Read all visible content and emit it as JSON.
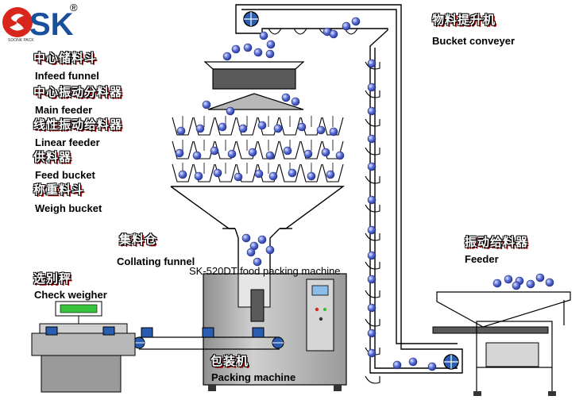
{
  "brand": {
    "logo_letters": "SK",
    "registered": "®",
    "tagline": "SOONK PACK",
    "colors": {
      "red": "#d9261c",
      "blue": "#1a4f9c"
    }
  },
  "machine_title": "SK-520DT food packing machine",
  "labels": {
    "infeed_funnel": {
      "cn": "中心储料斗",
      "en": "Infeed funnel"
    },
    "main_feeder": {
      "cn": "中心振动分料器",
      "en": "Main feeder"
    },
    "linear_feeder": {
      "cn": "线性振动给料器",
      "en": "Linear feeder"
    },
    "feed_bucket": {
      "cn": "供料器",
      "en": "Feed bucket"
    },
    "weigh_bucket": {
      "cn": "称重料斗",
      "en": "Weigh bucket"
    },
    "collating_funnel": {
      "cn": "集料仓",
      "en": "Collating funnel"
    },
    "check_weigher": {
      "cn": "选别秤",
      "en": "Check weigher"
    },
    "packing_machine": {
      "cn": "包装机",
      "en": "Packing machine"
    },
    "bucket_conveyer": {
      "cn": "物料提升机",
      "en": "Bucket conveyer"
    },
    "feeder": {
      "cn": "振动给料器",
      "en": "Feeder"
    }
  },
  "colors": {
    "line": "#000000",
    "machine_fill": "#b8b8b8",
    "dark_fill": "#5a5a5a",
    "ball_blue": "#5b6fd6",
    "pulley_blue": "#2a5db0",
    "display_green": "#39c33c"
  }
}
